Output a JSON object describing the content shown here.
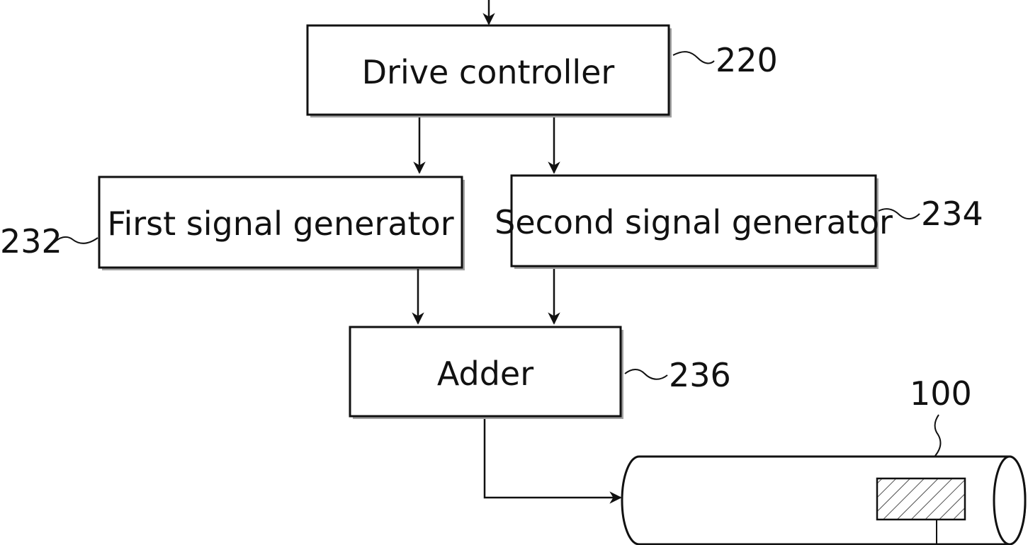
{
  "blocks": {
    "drive_controller": "Drive controller",
    "first_signal_generator": "First signal generator",
    "second_signal_generator": "Second signal generator",
    "adder": "Adder"
  },
  "references": {
    "drive_controller": "220",
    "first_signal_generator": "232",
    "second_signal_generator": "234",
    "adder": "236",
    "device": "100"
  }
}
